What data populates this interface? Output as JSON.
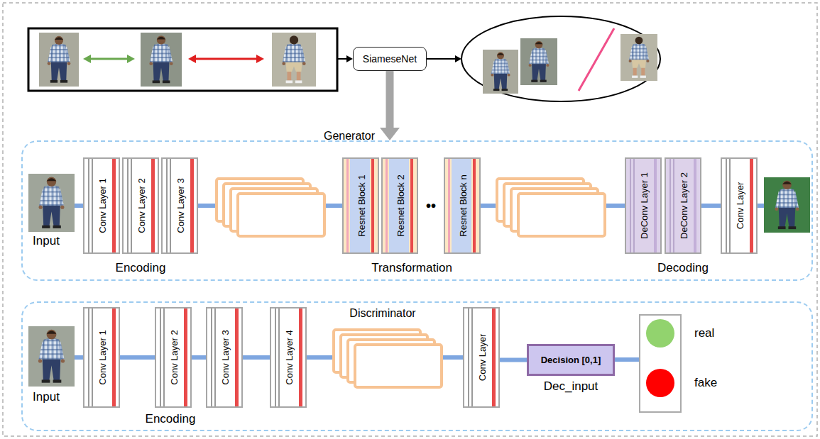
{
  "diagram": {
    "nodes": [
      {
        "text": [
          "SiameseNet"
        ]
      },
      {
        "text": [
          "Generator"
        ]
      },
      {
        "text": [
          "Conv Layer 1"
        ],
        "in": 1
      },
      {
        "text": [
          "Conv Layer 2"
        ],
        "in": 1
      },
      {
        "text": [
          "Conv Layer 3"
        ],
        "in": 1
      },
      {
        "text": [
          "Resnet Block 1"
        ],
        "in": 1
      },
      {
        "text": [
          "Resnet Block 2"
        ],
        "in": 1
      },
      {
        "text": [
          "Resnet Block n"
        ],
        "in": 1
      },
      {
        "text": [
          "DeConv Layer 1"
        ],
        "in": 1
      },
      {
        "text": [
          "DeConv Layer 2"
        ],
        "in": 1
      },
      {
        "text": [
          "Conv Layer"
        ],
        "in": 1
      },
      {
        "text": [
          "Discriminator"
        ]
      },
      {
        "text": [
          "Conv Layer 1"
        ],
        "in": 11
      },
      {
        "text": [
          "Conv Layer 2"
        ],
        "in": 11
      },
      {
        "text": [
          "Conv Layer 3"
        ],
        "in": 11
      },
      {
        "text": [
          "Conv Layer 4"
        ],
        "in": 11
      },
      {
        "text": [
          "Conv Layer"
        ],
        "in": 11
      },
      {
        "text": [
          "Decision [0,1]",
          "Dec_input"
        ],
        "in": 11
      }
    ],
    "edges": [
      {
        "from": 0,
        "to": 1,
        "arrow": "to"
      },
      {
        "from": 4,
        "to": 5,
        "arrow": "none"
      },
      {
        "from": 7,
        "to": 8,
        "arrow": "none"
      },
      {
        "from": 9,
        "to": 10,
        "arrow": "none"
      },
      {
        "from": 12,
        "to": 13,
        "arrow": "none"
      },
      {
        "from": 13,
        "to": 14,
        "arrow": "none"
      },
      {
        "from": 14,
        "to": 15,
        "arrow": "none"
      },
      {
        "from": 15,
        "to": 16,
        "arrow": "none"
      },
      {
        "from": 16,
        "to": 17,
        "arrow": "none"
      }
    ],
    "labels": [
      "Input",
      "Encoding",
      "••",
      "Transformation",
      "Decoding",
      "Input",
      "Encoding"
    ],
    "legend": [
      {
        "text": "real",
        "color": "#92d36e"
      },
      {
        "text": "fake",
        "color": "#ff0000"
      }
    ]
  }
}
